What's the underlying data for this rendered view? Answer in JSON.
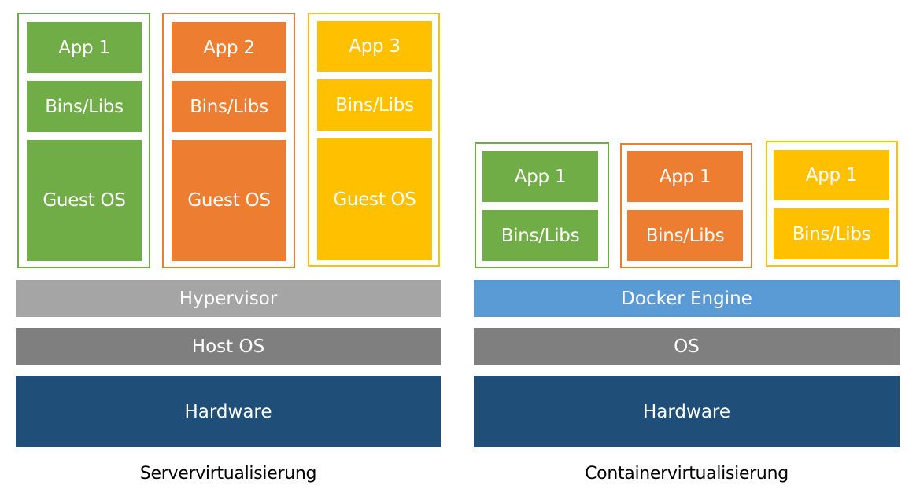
{
  "colors": {
    "green": "#70ad47",
    "orange": "#ed7d31",
    "yellow": "#ffc000",
    "hypervisor": "#a5a5a5",
    "os": "#7f7f7f",
    "hardware": "#1f4e79",
    "docker_engine": "#5b9bd5"
  },
  "server_virtualization": {
    "caption": "Servervirtualisierung",
    "vms": [
      {
        "color": "green",
        "app": "App 1",
        "bins": "Bins/Libs",
        "guest_os": "Guest OS"
      },
      {
        "color": "orange",
        "app": "App 2",
        "bins": "Bins/Libs",
        "guest_os": "Guest OS"
      },
      {
        "color": "yellow",
        "app": "App 3",
        "bins": "Bins/Libs",
        "guest_os": "Guest OS"
      }
    ],
    "hypervisor": "Hypervisor",
    "host_os": "Host OS",
    "hardware": "Hardware"
  },
  "container_virtualization": {
    "caption": "Containervirtualisierung",
    "containers": [
      {
        "color": "green",
        "app": "App 1",
        "bins": "Bins/Libs"
      },
      {
        "color": "orange",
        "app": "App 1",
        "bins": "Bins/Libs"
      },
      {
        "color": "yellow",
        "app": "App 1",
        "bins": "Bins/Libs"
      }
    ],
    "engine": "Docker Engine",
    "os": "OS",
    "hardware": "Hardware"
  }
}
